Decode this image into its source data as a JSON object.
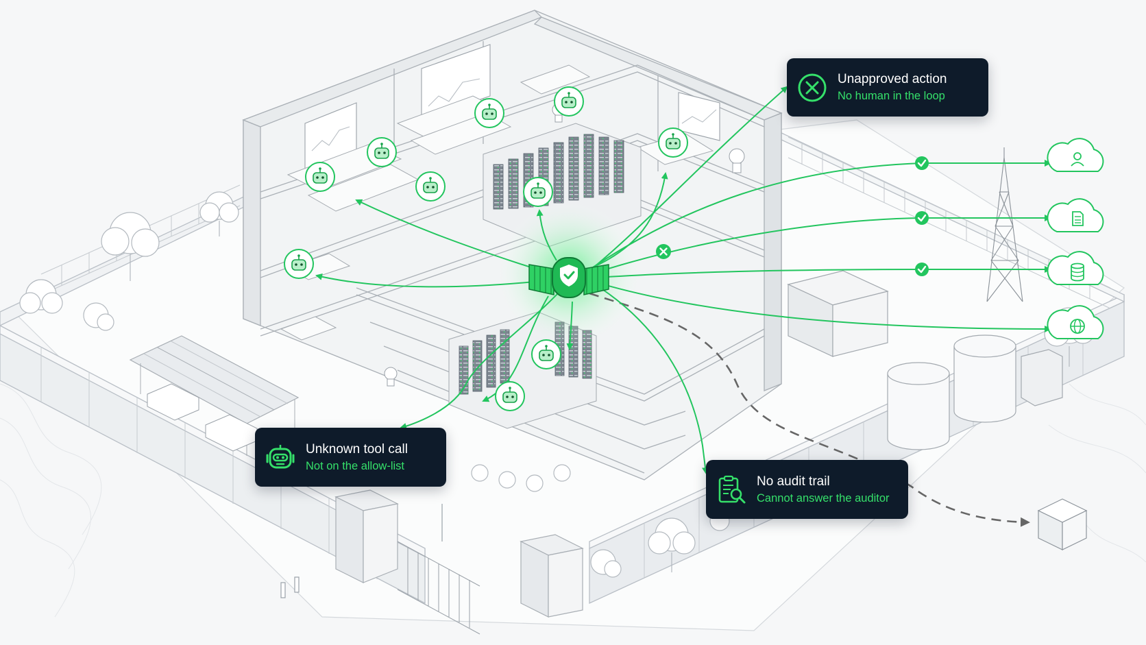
{
  "callouts": {
    "unapproved": {
      "title": "Unapproved action",
      "subtitle": "No human in the loop",
      "icon": "circle-x-icon"
    },
    "unknown_tool": {
      "title": "Unknown tool call",
      "subtitle": "Not on the allow-list",
      "icon": "robot-icon"
    },
    "audit": {
      "title": "No audit trail",
      "subtitle": "Cannot answer the auditor",
      "icon": "clipboard-search-icon"
    }
  },
  "destinations": [
    {
      "icon": "cloud-user-icon",
      "status": "approved"
    },
    {
      "icon": "cloud-document-icon",
      "status": "approved"
    },
    {
      "icon": "cloud-database-icon",
      "status": "approved"
    },
    {
      "icon": "cloud-globe-icon",
      "status": "unchecked"
    }
  ],
  "gateway": {
    "icon": "shield-check-icon"
  },
  "colors": {
    "accent": "#22c55e",
    "accent_bright": "#35e06a",
    "callout_bg": "#0e1b2a",
    "line_gray": "#666666",
    "sketch": "#b9bfc6"
  }
}
